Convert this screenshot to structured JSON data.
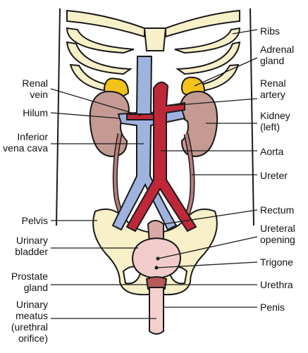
{
  "labels": {
    "ribs": "Ribs",
    "adrenal_gland": "Adrenal\ngland",
    "renal_artery": "Renal\nartery",
    "kidney_left": "Kidney\n(left)",
    "aorta": "Aorta",
    "ureter": "Ureter",
    "rectum": "Rectum",
    "ureteral_opening": "Ureteral\nopening",
    "trigone": "Trigone",
    "urethra": "Urethra",
    "penis": "Penis",
    "renal_vein": "Renal\nvein",
    "hilum": "Hilum",
    "inferior_vena_cava": "Inferior\nvena cava",
    "pelvis": "Pelvis",
    "urinary_bladder": "Urinary\nbladder",
    "prostate_gland": "Prostate\ngland",
    "urinary_meatus": "Urinary\nmeatus\n(urethral\norifice)"
  },
  "colors": {
    "outline": "#1a1a1a",
    "bone": "#f7f0c8",
    "vein": "#9fb3df",
    "artery": "#c0283a",
    "kidney": "#c49a93",
    "adrenal": "#f3c21b",
    "ureter": "#b87f7c",
    "bladder": "#f1cccb",
    "urethra": "#f4d0cd",
    "rectum": "#d9a9a5"
  }
}
